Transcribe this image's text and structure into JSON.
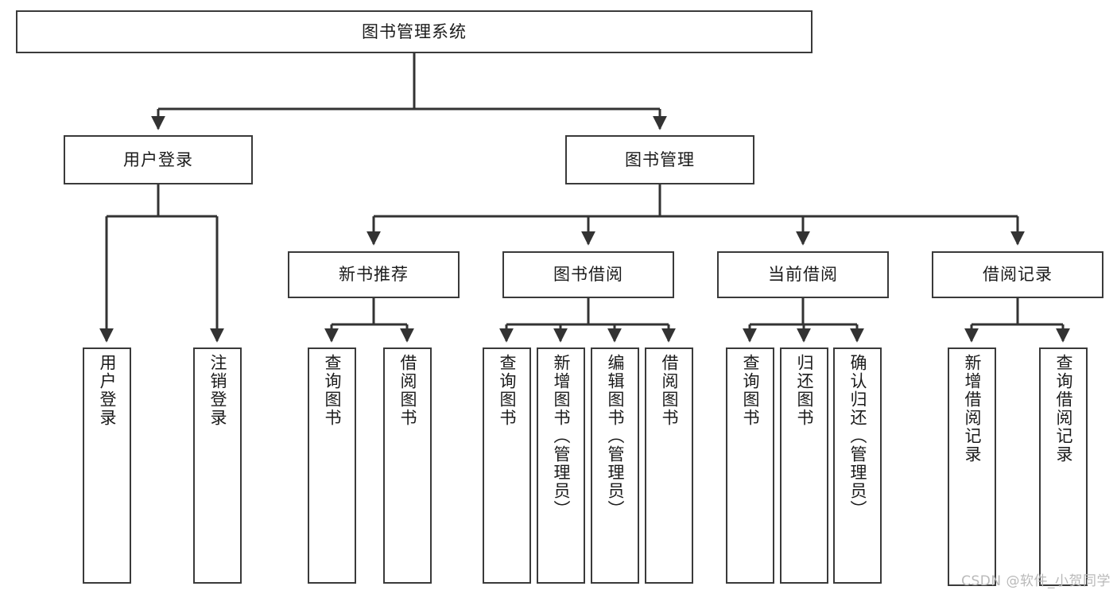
{
  "diagram": {
    "title": "图书管理系统",
    "type": "tree-hierarchy-chart",
    "watermark": "CSDN @软件_小贺同学",
    "colors": {
      "box_border": "#3a3a3a",
      "box_fill": "#ffffff",
      "connector": "#333333",
      "text": "#1b1b1b",
      "watermark": "#b9b9b9"
    },
    "nodes": {
      "root": {
        "label": "图书管理系统"
      },
      "level1": [
        {
          "label": "用户登录"
        },
        {
          "label": "图书管理"
        }
      ],
      "level2": [
        {
          "label": "新书推荐"
        },
        {
          "label": "图书借阅"
        },
        {
          "label": "当前借阅"
        },
        {
          "label": "借阅记录"
        }
      ],
      "leaves_user_login": [
        {
          "label": "用户登录"
        },
        {
          "label": "注销登录"
        }
      ],
      "leaves_new_book": [
        {
          "label": "查询图书"
        },
        {
          "label": "借阅图书"
        }
      ],
      "leaves_borrow": [
        {
          "label": "查询图书"
        },
        {
          "label": "新增图书（管理员）"
        },
        {
          "label": "编辑图书（管理员）"
        },
        {
          "label": "借阅图书"
        }
      ],
      "leaves_current": [
        {
          "label": "查询图书"
        },
        {
          "label": "归还图书"
        },
        {
          "label": "确认归还（管理员）"
        }
      ],
      "leaves_records": [
        {
          "label": "新增借阅记录"
        },
        {
          "label": "查询借阅记录"
        }
      ]
    }
  }
}
